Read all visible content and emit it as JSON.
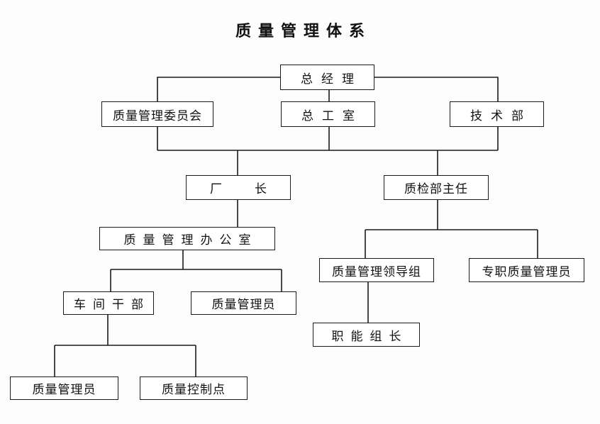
{
  "title": "质量管理体系",
  "nodes": {
    "general_manager": "总经理",
    "quality_committee": "质量管理委员会",
    "chief_engineer_office": "总工室",
    "technical_dept": "技术部",
    "factory_director": "厂长",
    "qc_dept_head": "质检部主任",
    "quality_office": "质量管理办公室",
    "qm_leading_group": "质量管理领导组",
    "full_time_qm": "专职质量管理员",
    "workshop_cadre": "车间干部",
    "qm_officer_mid": "质量管理员",
    "team_leader": "职能组长",
    "qm_officer_bottom": "质量管理员",
    "quality_control_point": "质量控制点"
  },
  "colors": {
    "line": "#1a1a1a",
    "box_border": "#1a1a1a",
    "box_fill": "#ffffff",
    "background": "#fdfdfd"
  }
}
